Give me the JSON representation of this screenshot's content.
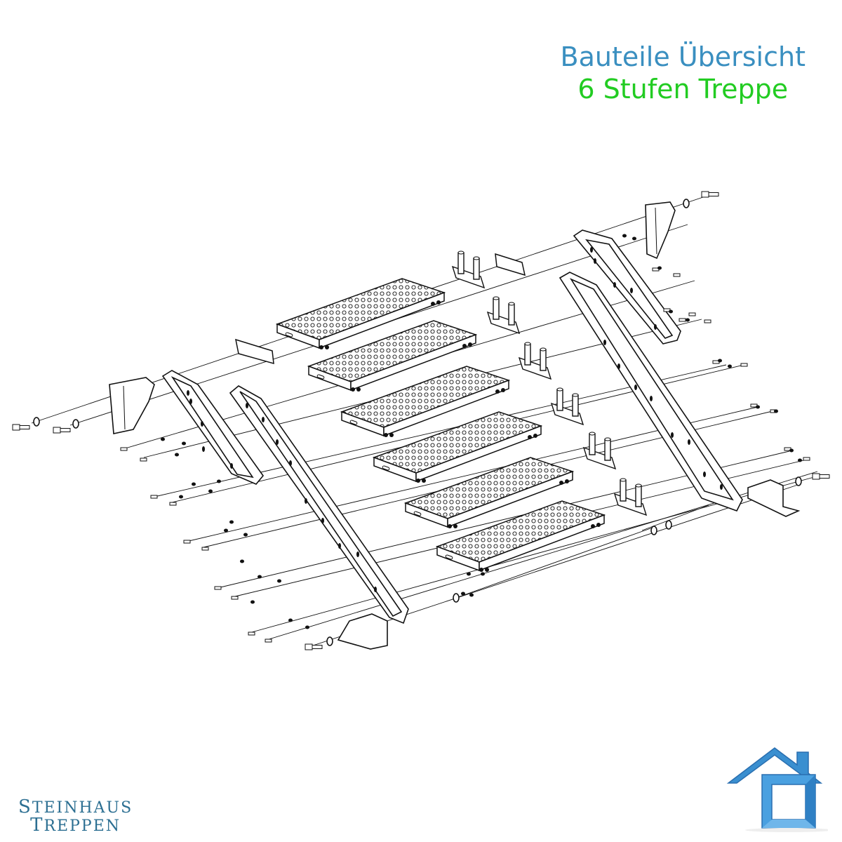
{
  "title": {
    "line1": "Bauteile Übersicht",
    "line2": "6 Stufen Treppe",
    "line1_color": "#3a8fc0",
    "line2_color": "#22cc22"
  },
  "brand": {
    "line1_first": "S",
    "line1_rest": "TEINHAUS",
    "line2_first": "T",
    "line2_rest": "REPPEN",
    "color": "#2c6f92"
  },
  "logo": {
    "icon": "house-icon",
    "color": "#3a8fd0"
  },
  "diagram": {
    "subject": "exploded view of a steel stair kit",
    "step_count": 6,
    "parts": [
      "stringer-left",
      "stringer-right",
      "grating-tread",
      "tread-bracket",
      "wall-bracket",
      "floor-bracket",
      "bolt",
      "washer",
      "nut"
    ]
  }
}
